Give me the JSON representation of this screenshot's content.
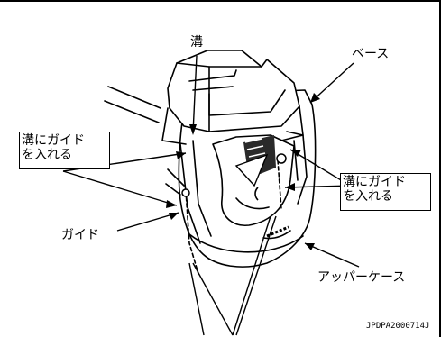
{
  "labels": {
    "groove": "溝",
    "base": "ベース",
    "insert_left": [
      "溝にガイド",
      "を入れる"
    ],
    "insert_right": [
      "溝にガイド",
      "を入れる"
    ],
    "guide": "ガイド",
    "upper_case": "アッパーケース"
  },
  "figure_code": "JPDPA2000714J",
  "colors": {
    "line": "#000000",
    "background": "#ffffff",
    "shade": "#2a2a2a"
  }
}
